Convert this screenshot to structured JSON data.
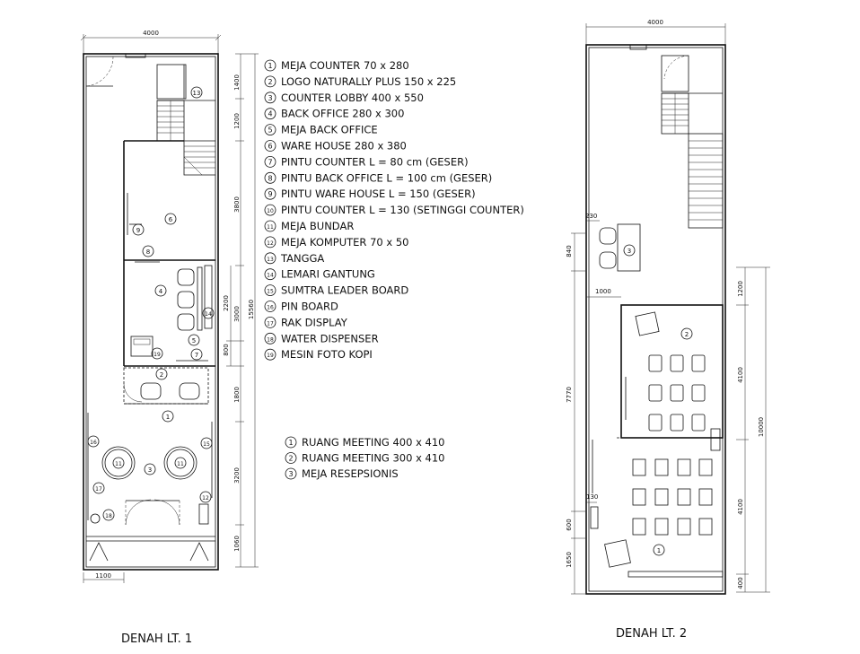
{
  "floor1": {
    "title": "DENAH LT. 1",
    "width_dim": "4000",
    "bottom_dim": "1100",
    "right_dims": [
      "1400",
      "1200",
      "3800",
      "2200",
      "800",
      "1800",
      "3200",
      "1060"
    ],
    "mid_dims": [
      "3000"
    ],
    "total_dim": "15560",
    "legend": [
      {
        "num": "1",
        "text": "MEJA COUNTER 70 x 280"
      },
      {
        "num": "2",
        "text": "LOGO NATURALLY PLUS 150 x 225"
      },
      {
        "num": "3",
        "text": "COUNTER LOBBY 400 x 550"
      },
      {
        "num": "4",
        "text": "BACK OFFICE 280 x 300"
      },
      {
        "num": "5",
        "text": "MEJA BACK OFFICE"
      },
      {
        "num": "6",
        "text": "WARE HOUSE 280 x 380"
      },
      {
        "num": "7",
        "text": "PINTU COUNTER L = 80 cm (GESER)"
      },
      {
        "num": "8",
        "text": "PINTU BACK OFFICE L = 100 cm (GESER)"
      },
      {
        "num": "9",
        "text": "PINTU WARE HOUSE L = 150 (GESER)"
      },
      {
        "num": "10",
        "text": "PINTU COUNTER L = 130 (SETINGGI COUNTER)"
      },
      {
        "num": "11",
        "text": "MEJA BUNDAR"
      },
      {
        "num": "12",
        "text": "MEJA KOMPUTER 70 x 50"
      },
      {
        "num": "13",
        "text": "TANGGA"
      },
      {
        "num": "14",
        "text": "LEMARI GANTUNG"
      },
      {
        "num": "15",
        "text": "SUMTRA LEADER BOARD"
      },
      {
        "num": "16",
        "text": "PIN BOARD"
      },
      {
        "num": "17",
        "text": "RAK DISPLAY"
      },
      {
        "num": "18",
        "text": "WATER DISPENSER"
      },
      {
        "num": "19",
        "text": "MESIN FOTO KOPI"
      }
    ],
    "markers": [
      "13",
      "6",
      "9",
      "8",
      "4",
      "14",
      "5",
      "19",
      "7",
      "2",
      "1",
      "16",
      "15",
      "11",
      "3",
      "11",
      "17",
      "12",
      "18"
    ]
  },
  "floor2": {
    "title": "DENAH LT. 2",
    "width_dim": "4000",
    "right_dims": [
      "1200",
      "4100",
      "4100",
      "400"
    ],
    "total_dim": "10000",
    "left_dims": [
      "230",
      "840",
      "1000",
      "7770",
      "130",
      "600",
      "1650"
    ],
    "legend": [
      {
        "num": "1",
        "text": "RUANG MEETING 400 x 410"
      },
      {
        "num": "2",
        "text": "RUANG MEETING 300 x 410"
      },
      {
        "num": "3",
        "text": "MEJA RESEPSIONIS"
      }
    ],
    "markers": [
      "3",
      "2",
      "1"
    ]
  }
}
